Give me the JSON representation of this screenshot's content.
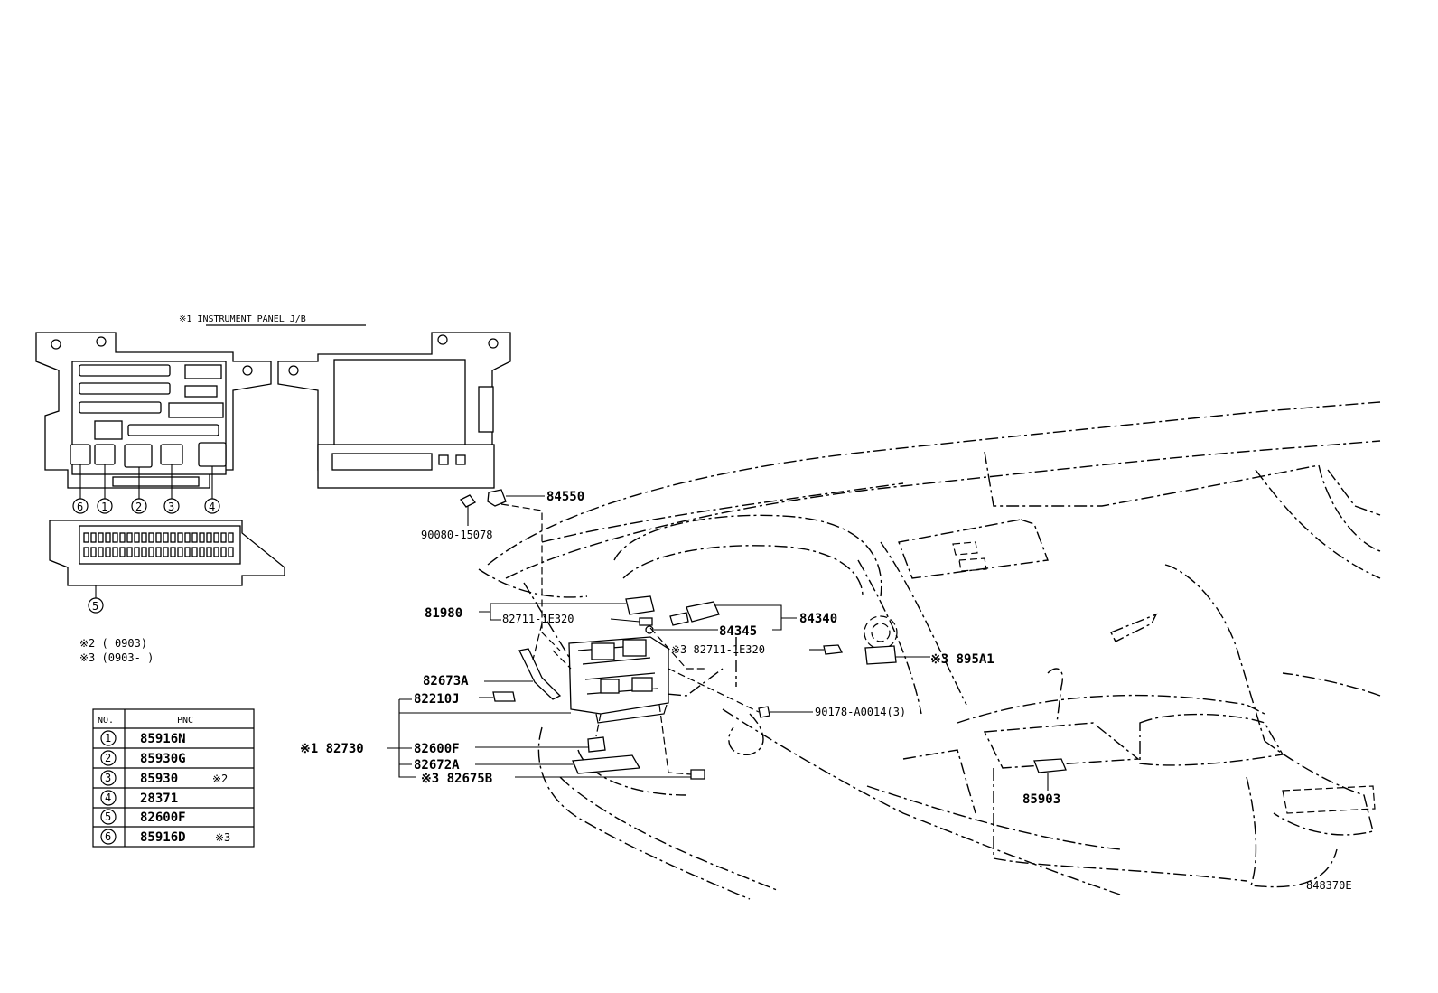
{
  "note_title": "※1 INSTRUMENT PANEL J/B",
  "notes": [
    "※2 (        0903)",
    "※3 (0903-        )"
  ],
  "circled_numbers": [
    "6",
    "1",
    "2",
    "3",
    "4",
    "5"
  ],
  "table": {
    "headers": [
      "NO.",
      "PNC"
    ],
    "rows": [
      {
        "no": "1",
        "pnc": "85916N",
        "note": ""
      },
      {
        "no": "2",
        "pnc": "85930G",
        "note": ""
      },
      {
        "no": "3",
        "pnc": "85930",
        "note": "※2"
      },
      {
        "no": "4",
        "pnc": "28371",
        "note": ""
      },
      {
        "no": "5",
        "pnc": "82600F",
        "note": ""
      },
      {
        "no": "6",
        "pnc": "85916D",
        "note": "※3"
      }
    ]
  },
  "callouts": {
    "p84550": "84550",
    "p90080": "90080-15078",
    "p81980": "81980",
    "p82711a": "82711-1E320",
    "p84345": "84345",
    "p84340": "84340",
    "p82711b": "※3 82711-1E320",
    "p895a1": "※3 895A1",
    "p82673a": "82673A",
    "p82210j": "82210J",
    "p90178": "90178-A0014(3)",
    "p82730": "※1 82730",
    "p82600f": "82600F",
    "p82672a": "82672A",
    "p82675b": "※3 82675B",
    "p85903": "85903"
  },
  "diagram_id": "848370E"
}
